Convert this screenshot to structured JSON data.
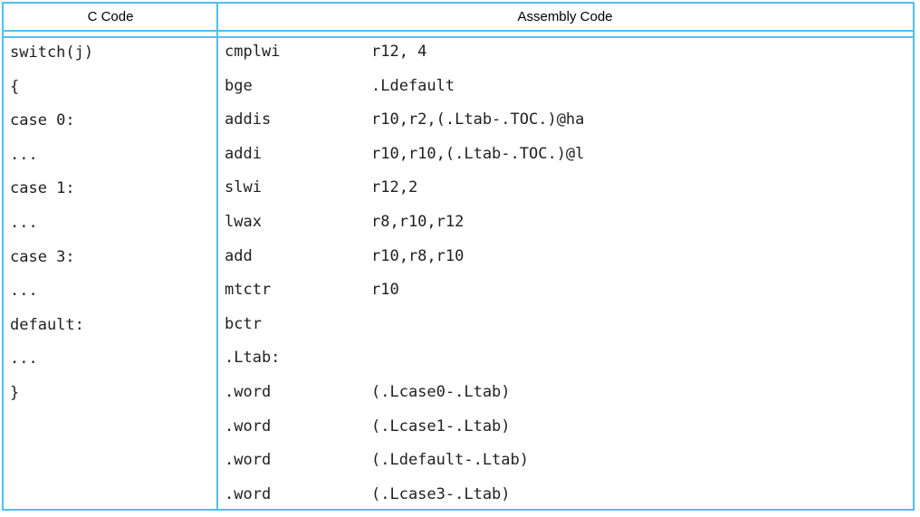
{
  "figure": {
    "columns": [
      {
        "label": "C Code"
      },
      {
        "label": "Assembly Code"
      }
    ],
    "rows": [
      {
        "c": "switch(j)",
        "op": "cmplwi",
        "args": "r12, 4"
      },
      {
        "c": "{",
        "op": "bge",
        "args": ".Ldefault"
      },
      {
        "c": "case 0:",
        "op": "addis",
        "args": "r10,r2,(.Ltab-.TOC.)@ha"
      },
      {
        "c": "...",
        "op": "addi",
        "args": "r10,r10,(.Ltab-.TOC.)@l"
      },
      {
        "c": "case 1:",
        "op": "slwi",
        "args": "r12,2"
      },
      {
        "c": "...",
        "op": "lwax",
        "args": "r8,r10,r12"
      },
      {
        "c": "case 3:",
        "op": "add",
        "args": "r10,r8,r10"
      },
      {
        "c": "...",
        "op": "mtctr",
        "args": "r10"
      },
      {
        "c": "default:",
        "op": "bctr",
        "args": ""
      },
      {
        "c": "...",
        "op": ".Ltab:",
        "args": ""
      },
      {
        "c": "}",
        "op": ".word",
        "args": "(.Lcase0-.Ltab)"
      },
      {
        "c": "",
        "op": ".word",
        "args": "(.Lcase1-.Ltab)"
      },
      {
        "c": "",
        "op": ".word",
        "args": "(.Ldefault-.Ltab)"
      },
      {
        "c": "",
        "op": ".word",
        "args": "(.Lcase3-.Ltab)"
      }
    ],
    "colors": {
      "border": "#4fbff0",
      "text": "#1f1f1f",
      "header_text": "#000000",
      "background": "#ffffff"
    }
  }
}
